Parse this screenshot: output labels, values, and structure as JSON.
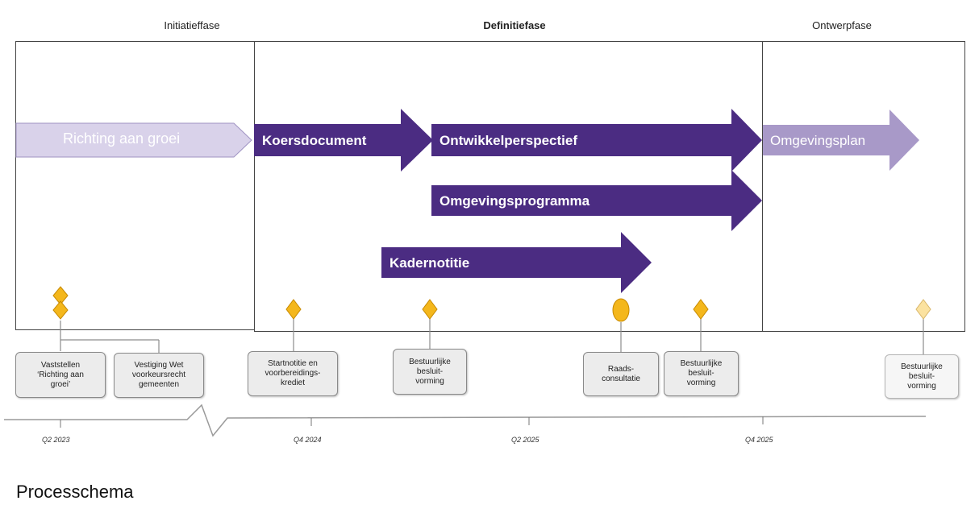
{
  "colors": {
    "dark_purple": "#4b2c82",
    "light_purple": "#d9d2ea",
    "mid_purple": "#a899c8",
    "milestone_gold": "#f4b71c",
    "milestone_pale": "#fbe2a0"
  },
  "phases": {
    "initiatie": "Initiatieffase",
    "definitie": "Definitiefase",
    "ontwerp": "Ontwerpfase"
  },
  "arrows": {
    "richting": "Richting aan groei",
    "koers": "Koersdocument",
    "ontwikkel": "Ontwikkelperspectief",
    "omgevingsprogramma": "Omgevingsprogramma",
    "kadernotitie": "Kadernotitie",
    "omgevingsplan": "Omgevingsplan"
  },
  "notes": {
    "vaststellen": [
      "Vaststellen",
      "‘Richting aan",
      "groei’"
    ],
    "vestiging": [
      "Vestiging Wet",
      "voorkeursrecht",
      "gemeenten"
    ],
    "startnotitie": [
      "Startnotitie en",
      "voorbereidings-",
      "krediet"
    ],
    "bestuurlijk1": [
      "Bestuurlijke",
      "besluit-",
      "vorming"
    ],
    "raads": [
      "Raads-",
      "consultatie"
    ],
    "bestuurlijk2": [
      "Bestuurlijke",
      "besluit-",
      "vorming"
    ],
    "bestuurlijk3": [
      "Bestuurlijke",
      "besluit-",
      "vorming"
    ]
  },
  "timeline": {
    "t1": "Q2 2023",
    "t2": "Q4 2024",
    "t3": "Q2 2025",
    "t4": "Q4 2025"
  },
  "caption": "Processchema"
}
